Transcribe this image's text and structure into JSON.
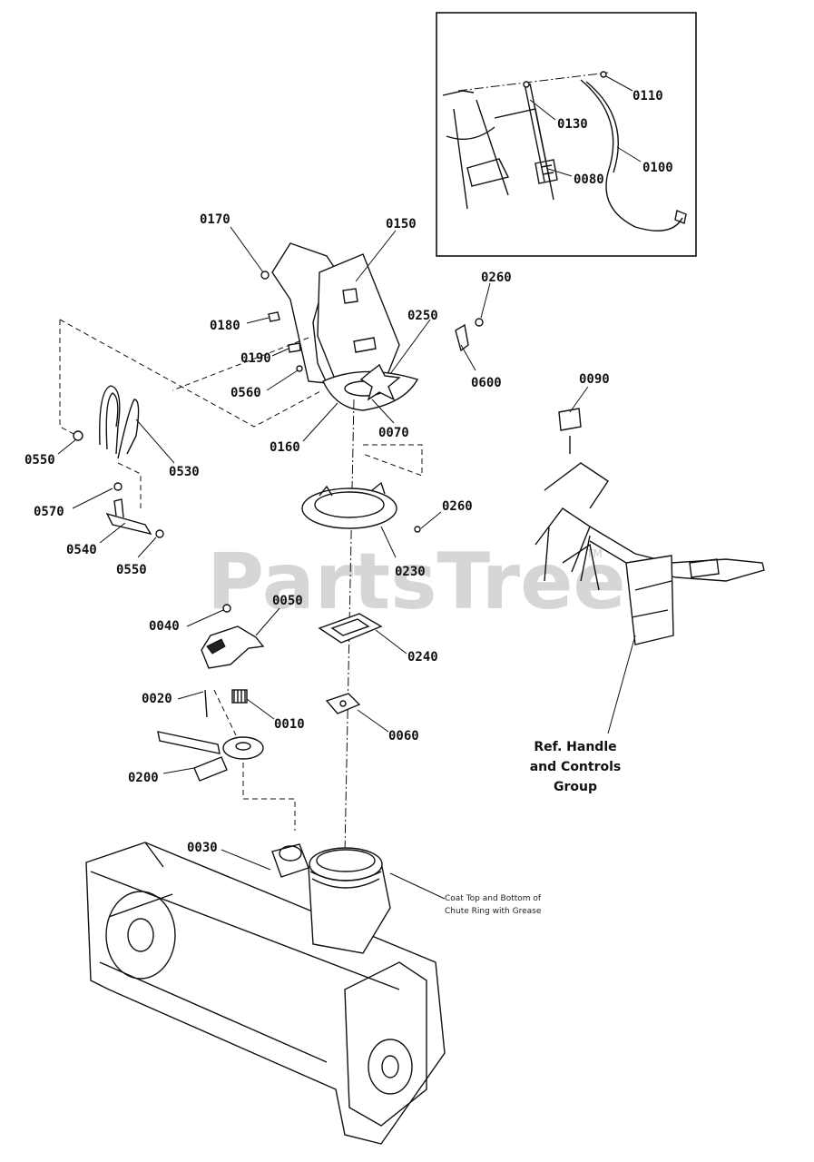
{
  "watermark": {
    "text": "PartsTree",
    "trademark": "TM"
  },
  "callouts": [
    {
      "id": "c0110",
      "text": "0110"
    },
    {
      "id": "c0130",
      "text": "0130"
    },
    {
      "id": "c0100",
      "text": "0100"
    },
    {
      "id": "c0080",
      "text": "0080"
    },
    {
      "id": "c0170",
      "text": "0170"
    },
    {
      "id": "c0150",
      "text": "0150"
    },
    {
      "id": "c0260a",
      "text": "0260"
    },
    {
      "id": "c0250",
      "text": "0250"
    },
    {
      "id": "c0180",
      "text": "0180"
    },
    {
      "id": "c0190",
      "text": "0190"
    },
    {
      "id": "c0600",
      "text": "0600"
    },
    {
      "id": "c0560",
      "text": "0560"
    },
    {
      "id": "c0090",
      "text": "0090"
    },
    {
      "id": "c0070",
      "text": "0070"
    },
    {
      "id": "c0160",
      "text": "0160"
    },
    {
      "id": "c0550a",
      "text": "0550"
    },
    {
      "id": "c0530",
      "text": "0530"
    },
    {
      "id": "c0260b",
      "text": "0260"
    },
    {
      "id": "c0570",
      "text": "0570"
    },
    {
      "id": "c0540",
      "text": "0540"
    },
    {
      "id": "c0550b",
      "text": "0550"
    },
    {
      "id": "c0230",
      "text": "0230"
    },
    {
      "id": "c0050",
      "text": "0050"
    },
    {
      "id": "c0040",
      "text": "0040"
    },
    {
      "id": "c0240",
      "text": "0240"
    },
    {
      "id": "c0020",
      "text": "0020"
    },
    {
      "id": "c0010",
      "text": "0010"
    },
    {
      "id": "c0060",
      "text": "0060"
    },
    {
      "id": "c0200",
      "text": "0200"
    },
    {
      "id": "c0030",
      "text": "0030"
    }
  ],
  "ref_group": {
    "line1": "Ref. Handle",
    "line2": "and Controls",
    "line3": "Group"
  },
  "grease_note": {
    "line1": "Coat Top and Bottom of",
    "line2": "Chute Ring with Grease"
  }
}
